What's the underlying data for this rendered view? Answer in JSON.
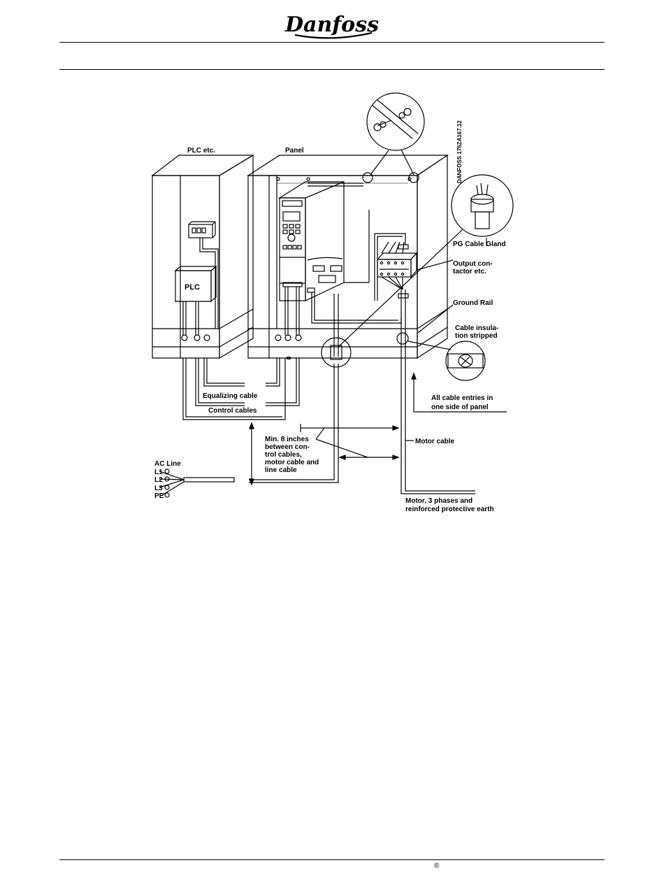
{
  "header": {
    "logo_text": "Danfoss"
  },
  "diagram": {
    "labels": {
      "plc_cabinet": "PLC etc.",
      "panel": "Panel",
      "drawing_no": "DANFOSS 175ZA167.12",
      "plc": "PLC",
      "pg_cable_gland": "PG Cable Gland",
      "output_contactor_1": "Output con-",
      "output_contactor_2": "tactor etc.",
      "ground_rail": "Ground Rail",
      "cable_insulation_1": "Cable insula-",
      "cable_insulation_2": "tion stripped",
      "all_entries_1": "All cable entries in",
      "all_entries_2": "one side of panel",
      "equalizing_cable": "Equalizing cable",
      "control_cables": "Control cables",
      "min_distance_1": "Min. 8 inches",
      "min_distance_2": "between con-",
      "min_distance_3": "trol cables,",
      "min_distance_4": "motor cable and",
      "min_distance_5": "line cable",
      "motor_cable": "Motor cable",
      "ac_line": "AC Line",
      "l1": "L1",
      "l2": "L2",
      "l3": "L3",
      "pe": "PE",
      "motor_phases_1": "Motor, 3 phases and",
      "motor_phases_2": "reinforced protective earth"
    }
  },
  "footer": {
    "registered_mark": "®"
  }
}
